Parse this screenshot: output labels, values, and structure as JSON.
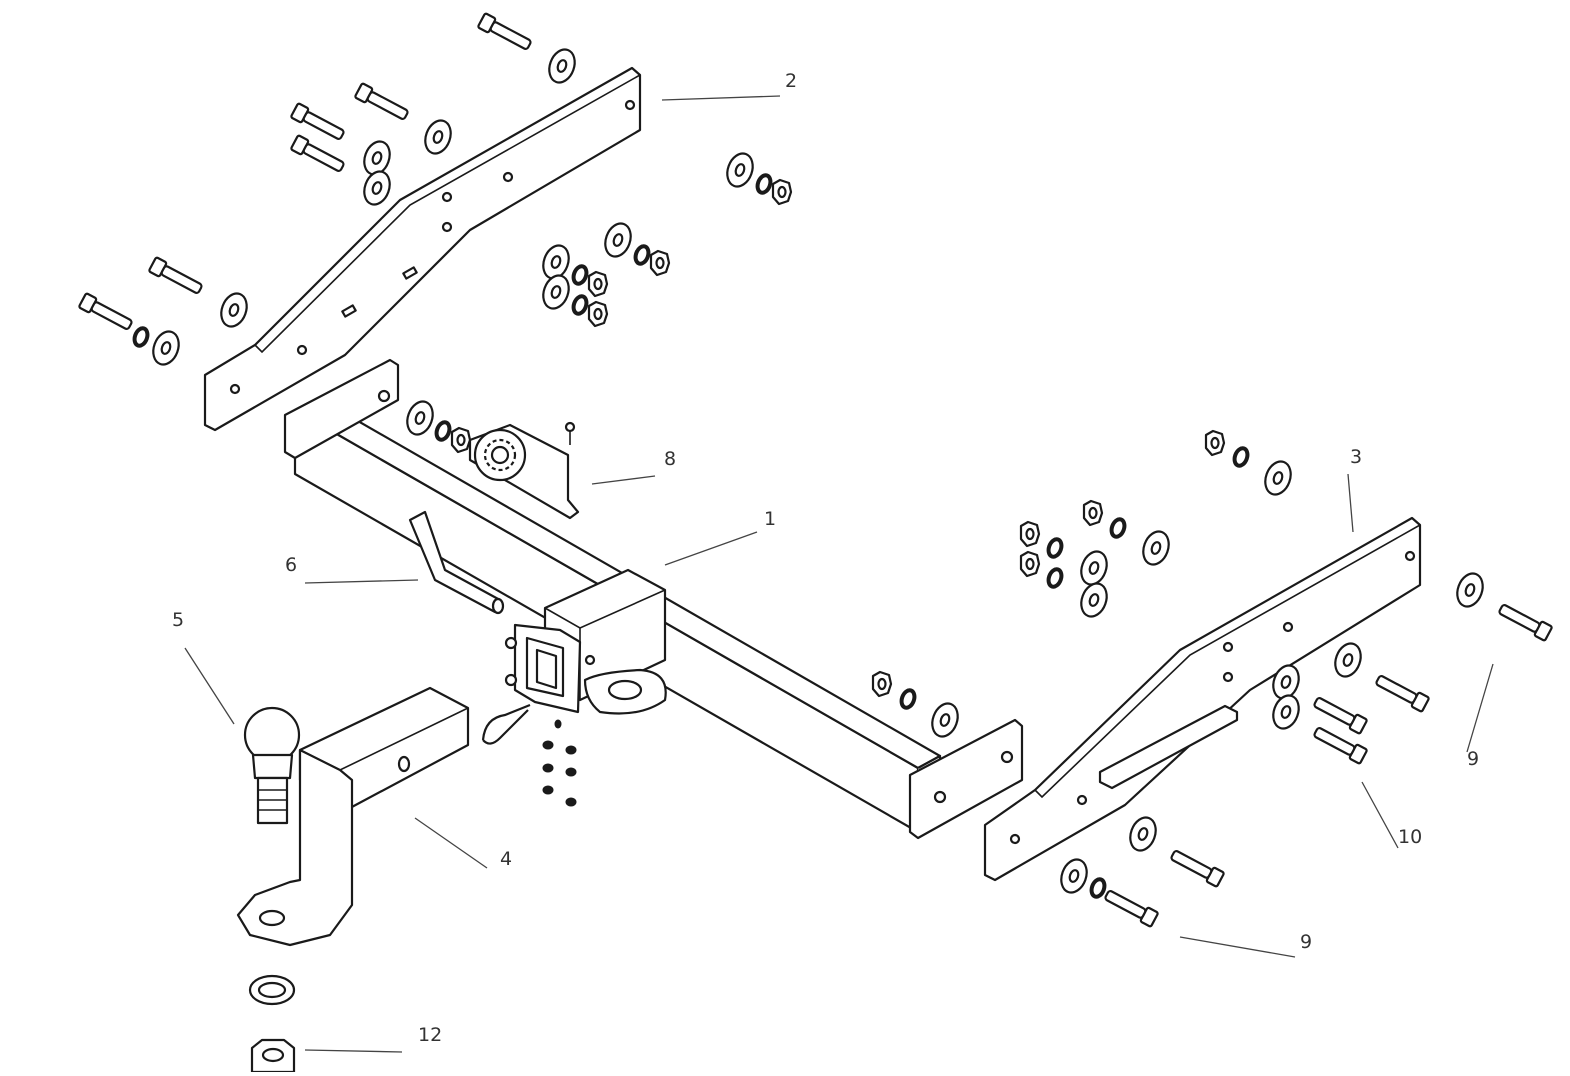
{
  "diagram": {
    "callouts": [
      {
        "id": "c1",
        "text": "1"
      },
      {
        "id": "c2",
        "text": "2"
      },
      {
        "id": "c3",
        "text": "3"
      },
      {
        "id": "c4",
        "text": "4"
      },
      {
        "id": "c5",
        "text": "5"
      },
      {
        "id": "c6",
        "text": "6"
      },
      {
        "id": "c8",
        "text": "8"
      },
      {
        "id": "c9a",
        "text": "9"
      },
      {
        "id": "c9b",
        "text": "9"
      },
      {
        "id": "c10",
        "text": "10"
      },
      {
        "id": "c12",
        "text": "12"
      }
    ],
    "colors": {
      "line": "#1a1a1a",
      "label": "#333333",
      "background": "#ffffff"
    }
  }
}
